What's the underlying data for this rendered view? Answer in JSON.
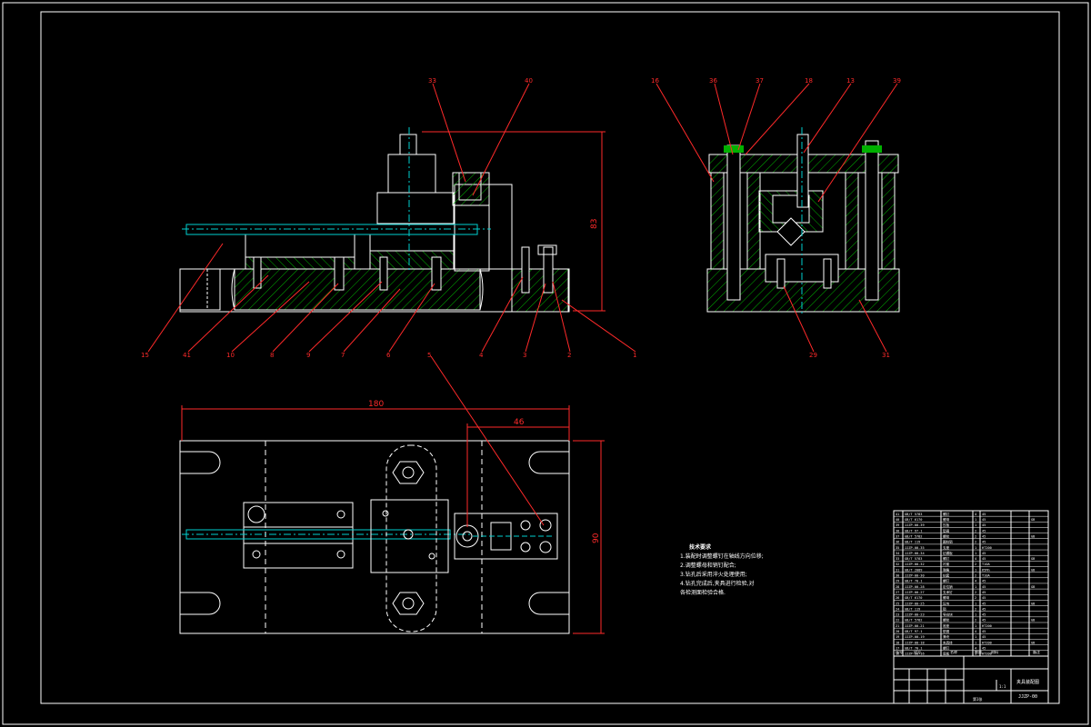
{
  "balloons": {
    "front": [
      "15",
      "41",
      "10",
      "8",
      "9",
      "7",
      "6",
      "4",
      "3",
      "2",
      "1"
    ],
    "front_top": [
      "33",
      "40"
    ],
    "side": [
      "16",
      "36",
      "37",
      "18",
      "13",
      "39"
    ],
    "side_bottom": [
      "29",
      "31"
    ],
    "plan": [
      "5"
    ]
  },
  "dimensions": {
    "height": "83",
    "length": "180",
    "width": "90",
    "offset": "46"
  },
  "notes": {
    "heading": "技术要求",
    "lines": [
      "1.装配时调整螺钉在轴线方向位移;",
      "2.调整螺母和销钉配合;",
      "3.钻孔后采用淬火处理使用;",
      "4.钻孔完成后,夹具进行检验,对",
      "各检测面检验合格."
    ]
  },
  "title_block": {
    "drawing_name": "夹具装配图",
    "drawing_no": "JJZP-00",
    "scale": "1:1",
    "sheet": "第1张",
    "header_labels": [
      "序号",
      "代号",
      "名称",
      "数量",
      "材料",
      "备注"
    ]
  },
  "bom_rows": [
    [
      "41",
      "GB/T 5783",
      "螺钉",
      "4",
      "45",
      ""
    ],
    [
      "40",
      "GB/T 6170",
      "螺母",
      "1",
      "45",
      "GB"
    ],
    [
      "39",
      "JJZP-00-39",
      "压板",
      "1",
      "45",
      ""
    ],
    [
      "38",
      "GB/T 97.1",
      "垫圈",
      "2",
      "45",
      ""
    ],
    [
      "37",
      "GB/T 5782",
      "螺栓",
      "2",
      "45",
      "GB"
    ],
    [
      "36",
      "GB/T 119",
      "圆柱销",
      "2",
      "45",
      ""
    ],
    [
      "35",
      "JJZP-00-35",
      "支座",
      "1",
      "HT200",
      ""
    ],
    [
      "34",
      "JJZP-00-34",
      "钻模板",
      "1",
      "45",
      ""
    ],
    [
      "33",
      "GB/T 5783",
      "螺钉",
      "4",
      "45",
      "GB"
    ],
    [
      "32",
      "JJZP-00-32",
      "衬套",
      "2",
      "T10A",
      ""
    ],
    [
      "31",
      "GB/T 2089",
      "弹簧",
      "1",
      "65Mn",
      "GB"
    ],
    [
      "30",
      "JJZP-00-30",
      "钻套",
      "2",
      "T10A",
      ""
    ],
    [
      "29",
      "GB/T 70.1",
      "螺钉",
      "4",
      "45",
      ""
    ],
    [
      "28",
      "JJZP-00-28",
      "定位销",
      "1",
      "45",
      "GB"
    ],
    [
      "27",
      "JJZP-00-27",
      "支承钉",
      "2",
      "45",
      ""
    ],
    [
      "26",
      "GB/T 6170",
      "螺母",
      "2",
      "45",
      ""
    ],
    [
      "25",
      "JJZP-00-25",
      "压块",
      "1",
      "45",
      "GB"
    ],
    [
      "24",
      "GB/T 119",
      "销",
      "2",
      "45",
      ""
    ],
    [
      "23",
      "JJZP-00-23",
      "导向块",
      "1",
      "45",
      ""
    ],
    [
      "22",
      "GB/T 5782",
      "螺栓",
      "2",
      "45",
      "GB"
    ],
    [
      "21",
      "JJZP-00-21",
      "底座",
      "1",
      "HT200",
      ""
    ],
    [
      "20",
      "GB/T 97.1",
      "垫圈",
      "4",
      "45",
      ""
    ],
    [
      "19",
      "JJZP-00-19",
      "滑块",
      "1",
      "45",
      ""
    ],
    [
      "18",
      "JJZP-00-18",
      "夹具体",
      "1",
      "HT200",
      "GB"
    ],
    [
      "17",
      "GB/T 70.1",
      "螺钉",
      "4",
      "45",
      ""
    ],
    [
      "16",
      "JJZP-00-16",
      "底板",
      "1",
      "HT200",
      ""
    ]
  ]
}
